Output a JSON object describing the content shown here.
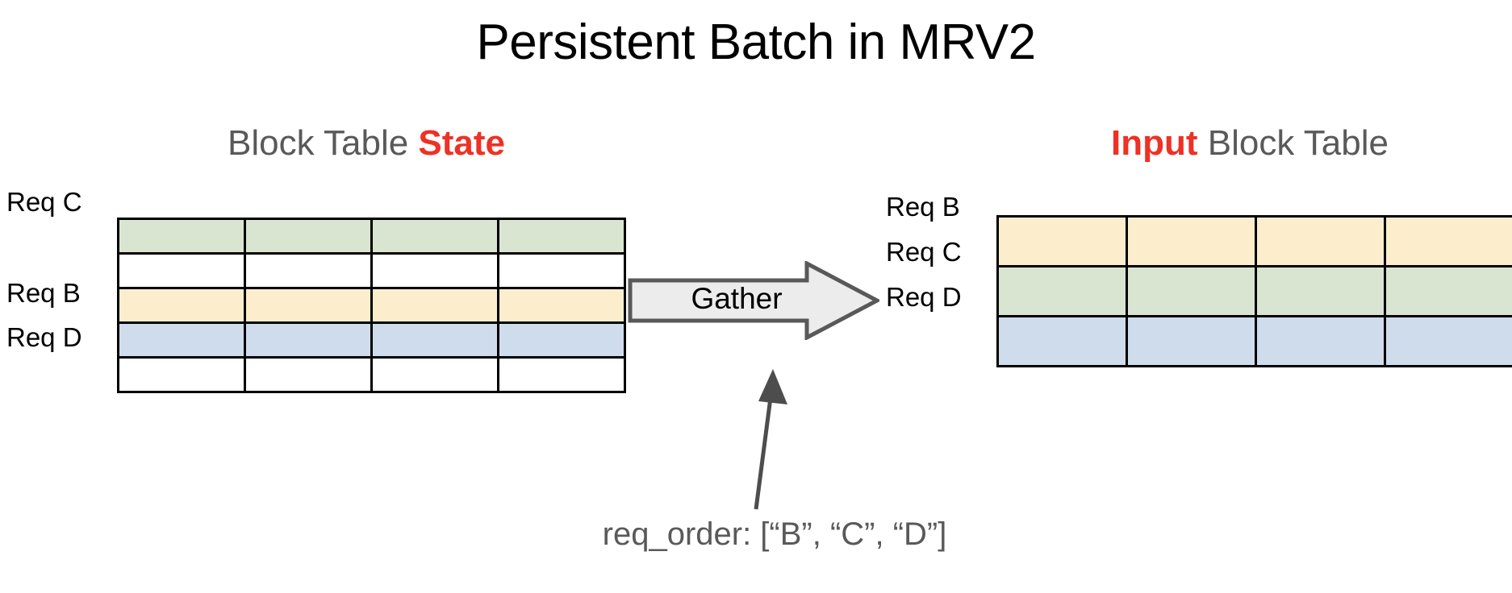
{
  "title": "Persistent Batch in MRV2",
  "colors": {
    "accent_red": "#ee3124",
    "heading_gray": "#595959",
    "green": "#d9e5d0",
    "yellow": "#fceecc",
    "blue": "#cfdcec",
    "white": "#ffffff",
    "border": "#000000",
    "arrow_fill": "#ececec",
    "arrow_stroke": "#595959"
  },
  "left_panel": {
    "heading_prefix": "Block Table ",
    "heading_accent": "State",
    "columns": 4,
    "rows": [
      {
        "label": "Req C",
        "color_key": "green",
        "occupied": true
      },
      {
        "label": "",
        "color_key": "white",
        "occupied": false
      },
      {
        "label": "Req B",
        "color_key": "yellow",
        "occupied": true
      },
      {
        "label": "Req D",
        "color_key": "blue",
        "occupied": true
      },
      {
        "label": "",
        "color_key": "white",
        "occupied": false
      }
    ]
  },
  "operation": {
    "label": "Gather",
    "icon": "block-arrow-right-icon"
  },
  "right_panel": {
    "heading_accent": "Input",
    "heading_suffix": " Block Table",
    "columns": 4,
    "rows": [
      {
        "label": "Req B",
        "color_key": "yellow",
        "occupied": true
      },
      {
        "label": "Req C",
        "color_key": "green",
        "occupied": true
      },
      {
        "label": "Req D",
        "color_key": "blue",
        "occupied": true
      }
    ]
  },
  "annotation": {
    "caption": "req_order: [“B”, “C”, “D”]",
    "arrow_icon": "thin-arrow-up-icon"
  }
}
